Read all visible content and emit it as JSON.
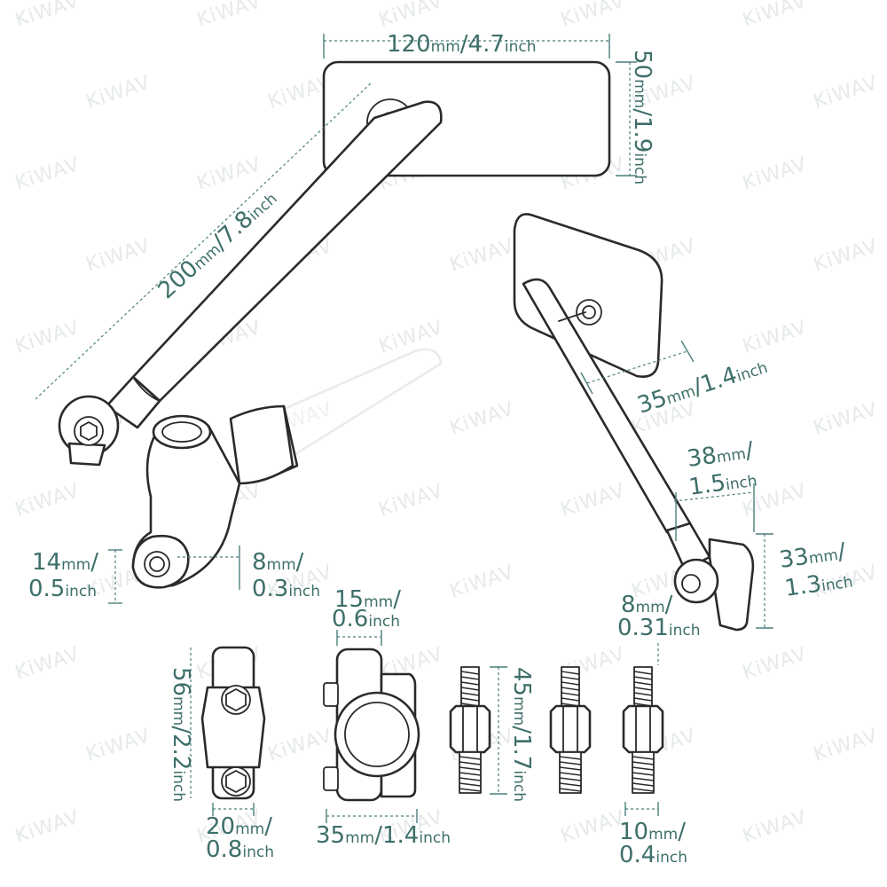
{
  "watermark": "KiWAV",
  "dimensions": {
    "mirror_width": {
      "value": "120",
      "unit": "mm",
      "sep": "/",
      "value2": "4.7",
      "unit2": "inch"
    },
    "mirror_height": {
      "value": "50",
      "unit": "mm",
      "sep": "/",
      "value2": "1.9",
      "unit2": "inch"
    },
    "arm_length": {
      "value": "200",
      "unit": "mm",
      "sep": "/",
      "value2": "7.8",
      "unit2": "inch"
    },
    "mirror_depth": {
      "value": "35",
      "unit": "mm",
      "sep": "/",
      "value2": "1.4",
      "unit2": "inch"
    },
    "arm_joint": {
      "value": "38",
      "unit": "mm",
      "sep": "/",
      "value2": "1.5",
      "unit2": "inch"
    },
    "base_height": {
      "value": "33",
      "unit": "mm",
      "sep": "/",
      "value2": "1.3",
      "unit2": "inch"
    },
    "bolt_hole": {
      "value": "8",
      "unit": "mm",
      "sep": "/",
      "value2": "0.31",
      "unit2": "inch"
    },
    "base_bottom": {
      "value": "14",
      "unit": "mm",
      "sep": "/",
      "value2": "0.5",
      "unit2": "inch"
    },
    "base_side": {
      "value": "8",
      "unit": "mm",
      "sep": "/",
      "value2": "0.3",
      "unit2": "inch"
    },
    "clamp_height": {
      "value": "56",
      "unit": "mm",
      "sep": "/",
      "value2": "2.2",
      "unit2": "inch"
    },
    "clamp_width": {
      "value": "20",
      "unit": "mm",
      "sep": "/",
      "value2": "0.8",
      "unit2": "inch"
    },
    "clamp_side_top": {
      "value": "15",
      "unit": "mm",
      "sep": "/",
      "value2": "0.6",
      "unit2": "inch"
    },
    "clamp_side_width": {
      "value": "35",
      "unit": "mm",
      "sep": "/",
      "value2": "1.4",
      "unit2": "inch"
    },
    "adapter_height": {
      "value": "45",
      "unit": "mm",
      "sep": "/",
      "value2": "1.7",
      "unit2": "inch"
    },
    "adapter_diameter": {
      "value": "10",
      "unit": "mm",
      "sep": "/",
      "value2": "0.4",
      "unit2": "inch"
    }
  }
}
